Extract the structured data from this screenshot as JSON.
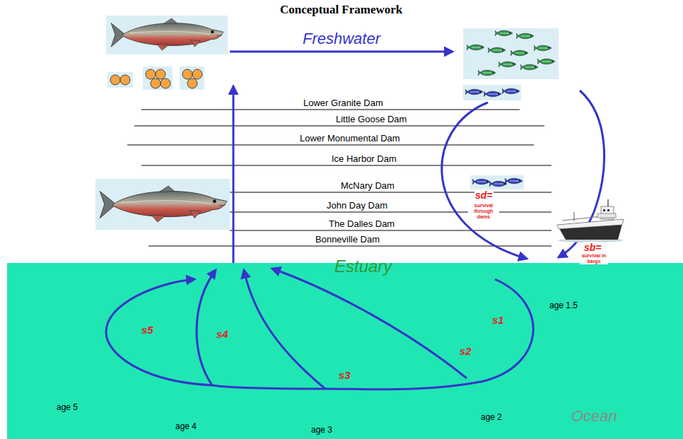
{
  "diagram": {
    "title": "Conceptual Framework",
    "nodes": [
      {
        "text": [
          "Estuary",
          "Ocean"
        ]
      }
    ],
    "labels": [
      "Freshwater",
      "Lower Granite Dam",
      "Little Goose Dam",
      "Lower Monumental Dam",
      "Ice Harbor Dam",
      "McNary Dam",
      "John Day Dam",
      "The Dalles Dam",
      "Bonneville Dam",
      "sd=",
      "survival through dams",
      "sb=",
      "survival in barge",
      "age 1.5",
      "s1",
      "s2",
      "age 2",
      "s3",
      "age 3",
      "s4",
      "age 4",
      "s5",
      "age 5"
    ]
  }
}
